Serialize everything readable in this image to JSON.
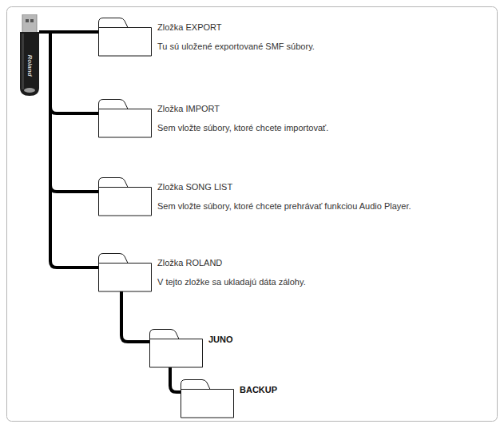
{
  "diagram": {
    "nodes": [
      {
        "text": [
          "Roland"
        ]
      },
      {
        "text": [
          "Zložka EXPORT",
          "Tu sú uložené exportované SMF súbory."
        ]
      },
      {
        "text": [
          "Zložka IMPORT",
          "Sem vložte súbory, ktoré chcete importovať."
        ]
      },
      {
        "text": [
          "Zložka SONG LIST",
          "Sem vložte súbory, ktoré chcete prehrávať funkciou Audio Player."
        ]
      },
      {
        "text": [
          "Zložka ROLAND",
          "V tejto zložke sa ukladajú dáta zálohy."
        ]
      },
      {
        "text": [
          "JUNO"
        ]
      },
      {
        "text": [
          "BACKUP"
        ]
      }
    ],
    "edges": [
      {
        "from": 0,
        "to": 1,
        "arrow": "none"
      },
      {
        "from": 0,
        "to": 2,
        "arrow": "none"
      },
      {
        "from": 0,
        "to": 3,
        "arrow": "none"
      },
      {
        "from": 0,
        "to": 4,
        "arrow": "none"
      },
      {
        "from": 4,
        "to": 5,
        "arrow": "none"
      },
      {
        "from": 5,
        "to": 6,
        "arrow": "none"
      }
    ]
  }
}
